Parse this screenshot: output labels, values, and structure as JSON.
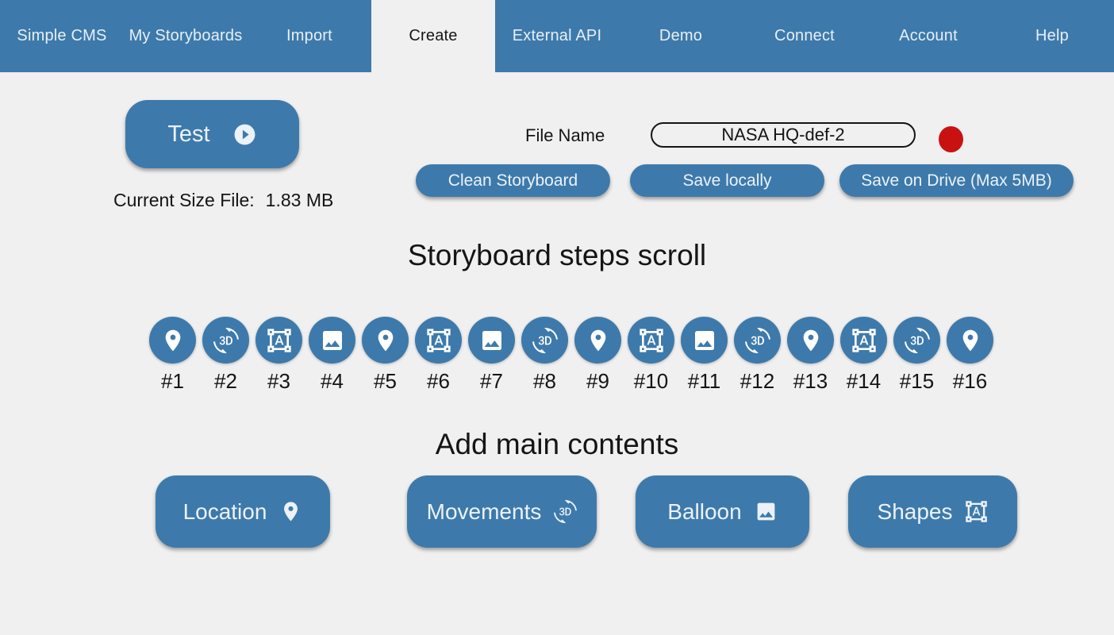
{
  "nav": {
    "items": [
      {
        "label": "Simple CMS",
        "active": false
      },
      {
        "label": "My Storyboards",
        "active": false
      },
      {
        "label": "Import",
        "active": false
      },
      {
        "label": "Create",
        "active": true
      },
      {
        "label": "External API",
        "active": false
      },
      {
        "label": "Demo",
        "active": false
      },
      {
        "label": "Connect",
        "active": false
      },
      {
        "label": "Account",
        "active": false
      },
      {
        "label": "Help",
        "active": false
      }
    ]
  },
  "toolbar": {
    "test_label": "Test",
    "test_icon": "play-circle",
    "size_label": "Current Size File:",
    "size_value": "1.83 MB",
    "file_name_label": "File Name",
    "file_name_value": "NASA HQ-def-2",
    "clean_label": "Clean Storyboard",
    "save_local_label": "Save locally",
    "save_drive_label": "Save on Drive (Max 5MB)",
    "status_indicator": "red-dot"
  },
  "steps": {
    "heading": "Storyboard steps scroll",
    "items": [
      {
        "label": "#1",
        "icon": "location-pin"
      },
      {
        "label": "#2",
        "icon": "rotation-3d"
      },
      {
        "label": "#3",
        "icon": "format-shapes"
      },
      {
        "label": "#4",
        "icon": "image"
      },
      {
        "label": "#5",
        "icon": "location-pin"
      },
      {
        "label": "#6",
        "icon": "format-shapes"
      },
      {
        "label": "#7",
        "icon": "image"
      },
      {
        "label": "#8",
        "icon": "rotation-3d"
      },
      {
        "label": "#9",
        "icon": "location-pin"
      },
      {
        "label": "#10",
        "icon": "format-shapes"
      },
      {
        "label": "#11",
        "icon": "image"
      },
      {
        "label": "#12",
        "icon": "rotation-3d"
      },
      {
        "label": "#13",
        "icon": "location-pin"
      },
      {
        "label": "#14",
        "icon": "format-shapes"
      },
      {
        "label": "#15",
        "icon": "rotation-3d"
      },
      {
        "label": "#16",
        "icon": "location-pin"
      }
    ]
  },
  "contents": {
    "heading": "Add main contents",
    "buttons": [
      {
        "label": "Location",
        "icon": "location-pin"
      },
      {
        "label": "Movements",
        "icon": "rotation-3d"
      },
      {
        "label": "Balloon",
        "icon": "image"
      },
      {
        "label": "Shapes",
        "icon": "format-shapes"
      }
    ]
  },
  "colors": {
    "accent_blue": "#3d7aab",
    "status_red": "#c81212",
    "page_bg": "#f0f0f0",
    "text_dark": "#1a1a1a"
  }
}
